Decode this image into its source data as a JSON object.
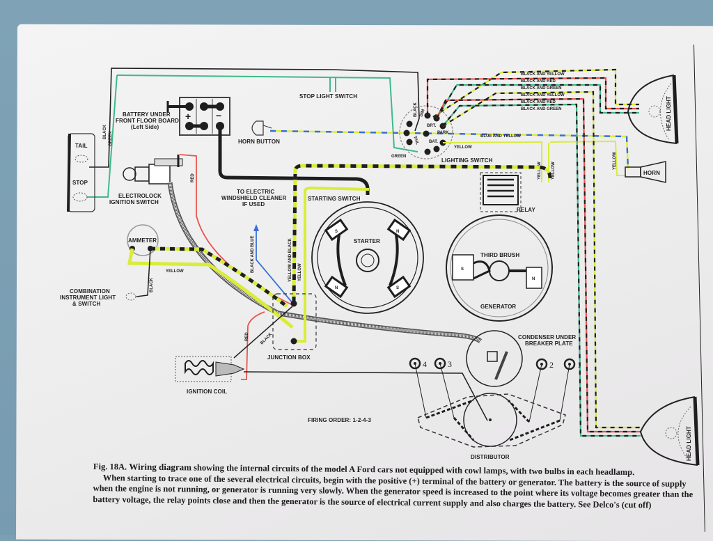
{
  "figure": {
    "title": "Wiring diagram of the Model A Ford (Fig. 18A)",
    "background_color": "#7d9fb3",
    "wire_colors": {
      "black": "#1e1e1e",
      "red": "#e8554f",
      "green": "#3fb98a",
      "yellow": "#d9ec3a",
      "blue": "#3a6fd6"
    }
  },
  "components": {
    "tail": "TAIL",
    "stop": "STOP",
    "battery": [
      "BATTERY UNDER",
      "FRONT FLOOR BOARD",
      "(Left Side)"
    ],
    "battery_plus": "+",
    "battery_minus": "−",
    "horn_button": "HORN BUTTON",
    "stop_light_switch": "STOP LIGHT SWITCH",
    "lighting_switch": "LIGHTING SWITCH",
    "lighting_switch_terminals": {
      "dim": "DIM",
      "brt": "BRT.",
      "park": "PARK",
      "tail": "TAIL",
      "bat": "BAT."
    },
    "head_light_top": "HEAD LIGHT",
    "head_light_bottom": "HEAD LIGHT",
    "horn": "HORN",
    "electrolock": [
      "ELECTROLOCK",
      "IGNITION SWITCH"
    ],
    "windshield_cleaner": [
      "TO ELECTRIC",
      "WINDSHIELD CLEANER",
      "IF USED"
    ],
    "starting_switch": "STARTING SWITCH",
    "starter": "STARTER",
    "relay": "RELAY",
    "third_brush": "THIRD BRUSH",
    "generator": "GENERATOR",
    "ammeter": "AMMETER",
    "combination_switch": [
      "COMBINATION",
      "INSTRUMENT LIGHT",
      "& SWITCH"
    ],
    "junction_box": "JUNCTION BOX",
    "condenser": [
      "CONDENSER UNDER",
      "BREAKER PLATE"
    ],
    "ignition_coil": "IGNITION COIL",
    "firing_order": "FIRING ORDER: 1-2-4-3",
    "distributor": "DISTRIBUTOR",
    "spark_plugs": [
      "4",
      "3",
      "2",
      "1"
    ],
    "pole_s": "S",
    "pole_n": "N"
  },
  "wire_labels": {
    "black_v": "BLACK",
    "green_v": "GREEN",
    "black_switch": "BLACK",
    "red_ign": "RED",
    "green_ls": "GREEN",
    "blue_yellow": "BLUE AND YELLOW",
    "yellow_ls": "YELLOW",
    "headlamp_bundle": [
      "BLACK AND YELLOW",
      "BLACK AND RED",
      "BLACK AND GREEN",
      "BLACK AND YELLOW",
      "BLACK AND RED",
      "BLACK AND GREEN"
    ],
    "yellow_relay_1": "YELLOW",
    "yellow_relay_2": "YELLOW",
    "yellow_horn": "YELLOW",
    "yellow_ammeter": "YELLOW",
    "black_ammeter": "BLACK",
    "black_and_blue": "BLACK AND BLUE",
    "yellow_and_black": "YELLOW AND BLACK",
    "yellow_jb": "YELLOW",
    "red_coil": "RED",
    "black_coil": "BLACK"
  },
  "caption": {
    "fig_label": "Fig. 18A.",
    "fig_bold": "Wiring diagram",
    "fig_rest": "showing the internal circuits of the model A Ford cars not equipped with cowl lamps, with two bulbs in each headlamp.",
    "para": "When starting to trace one of the several electrical circuits, begin with the positive (+) terminal of the battery or generator. The battery is the source of supply when the engine is not running, or generator is running very slowly.  When the generator speed is increased to the point where its voltage becomes greater than the battery voltage, the relay points close and then the generator is the source of electrical current supply and also charges the battery.  See Delco's (cut off)"
  }
}
